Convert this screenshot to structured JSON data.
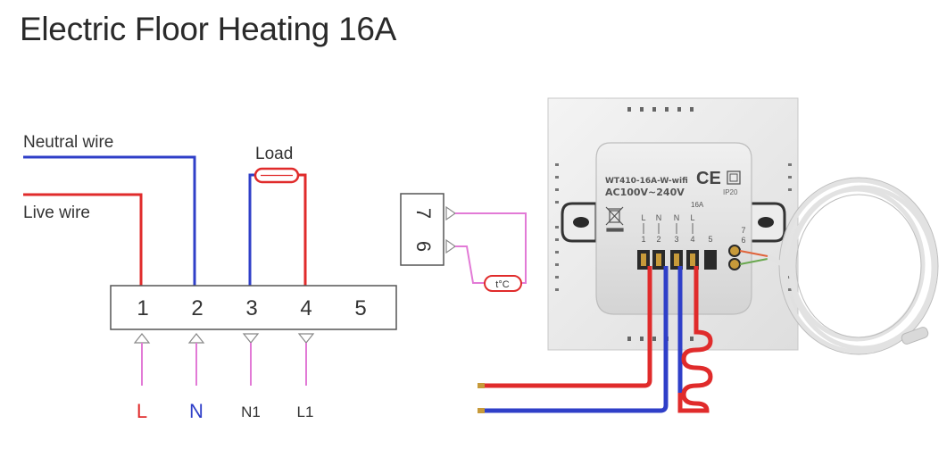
{
  "title": "Electric Floor Heating 16A",
  "wires": {
    "neutral_label": "Neutral wire",
    "live_label": "Live wire",
    "load_label": "Load"
  },
  "terminal_block": {
    "terminals": [
      "1",
      "2",
      "3",
      "4",
      "5"
    ],
    "bottom_labels": [
      "L",
      "N",
      "N1",
      "L1"
    ]
  },
  "sensor_block": {
    "terminals": [
      "7",
      "6"
    ],
    "sensor_label": "t°C"
  },
  "device": {
    "model": "WT410-16A-W-wifi",
    "voltage": "AC100V~240V",
    "ce_mark": "CE",
    "ip_rating": "IP20",
    "current_rating": "16A",
    "terminal_letters": [
      "L",
      "N",
      "N",
      "L",
      "",
      ""
    ],
    "terminal_numbers": [
      "1",
      "2",
      "3",
      "4",
      "5",
      "7",
      "6"
    ]
  },
  "colors": {
    "live": "#e02b2b",
    "neutral": "#2f3fc8",
    "signal": "#e27ad6",
    "text": "#333333"
  }
}
